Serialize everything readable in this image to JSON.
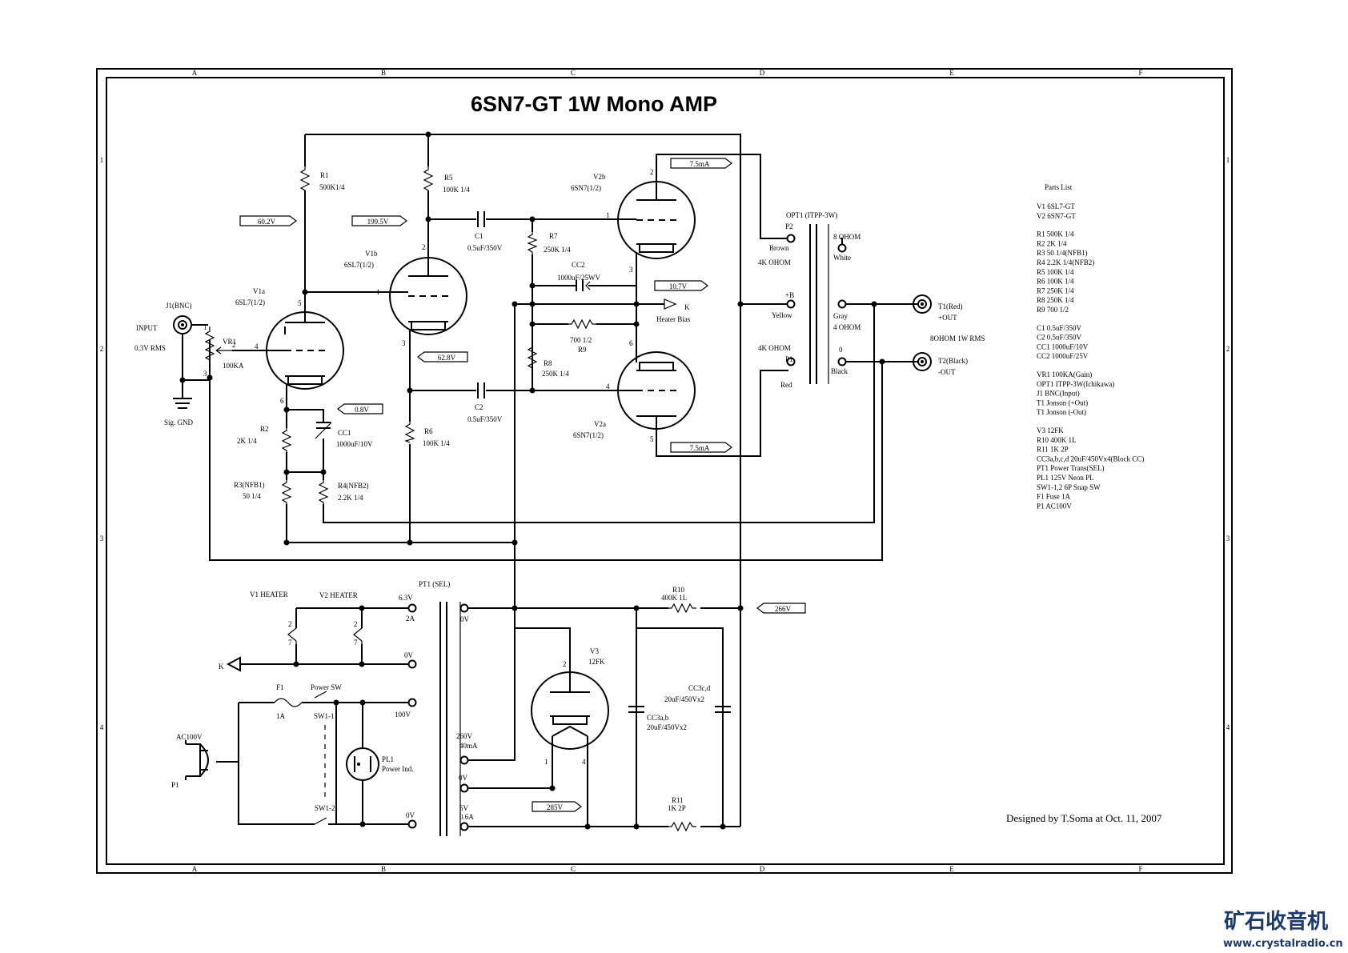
{
  "title": "6SN7-GT 1W Mono AMP",
  "designer": "Designed by T.Soma at Oct. 11, 2007",
  "watermark": {
    "cn": "矿石收音机",
    "url": "www.crystalradio.cn",
    "color": "#1c3a6e"
  },
  "border": {
    "cols": [
      "A",
      "B",
      "C",
      "D",
      "E",
      "F"
    ],
    "rows": [
      "1",
      "2",
      "3",
      "4"
    ]
  },
  "voltages": {
    "r1": "60.2V",
    "r5": "199.5V",
    "v1b_k": "62.8V",
    "v1a_k": "0.8V",
    "v2_k": "10.7V",
    "i_top": "7.5mA",
    "i_bot": "7.5mA",
    "b_supply": "266V",
    "rect": "285V"
  },
  "labels": {
    "j1": "J1(BNC)",
    "input": "INPUT",
    "input_lvl": "0.3V RMS",
    "sig_gnd": "Sig. GND",
    "vr1": "VR1",
    "vr1_val": "100KA",
    "vr1_pin1": "1",
    "vr1_pin2": "2",
    "vr1_pin3": "3",
    "v1a": "V1a",
    "v1a_type": "6SL7(1/2)",
    "v1a_pin5": "5",
    "v1a_pin4": "4",
    "v1a_pin6": "6",
    "v1b": "V1b",
    "v1b_type": "6SL7(1/2)",
    "v1b_pin2": "2",
    "v1b_pin1": "1",
    "v1b_pin3": "3",
    "r1": "R1",
    "r1_val": "500K1/4",
    "r5": "R5",
    "r5_val": "100K 1/4",
    "r2": "R2",
    "r2_val": "2K 1/4",
    "r3": "R3(NFB1)",
    "r3_val": "50 1/4",
    "r4": "R4(NFB2)",
    "r4_val": "2.2K 1/4",
    "cc1": "CC1",
    "cc1_val": "1000uF/10V",
    "r6": "R6",
    "r6_val": "100K 1/4",
    "c1": "C1",
    "c1_val": "0.5uF/350V",
    "c2": "C2",
    "c2_val": "0.5uF/350V",
    "r7": "R7",
    "r7_val": "250K 1/4",
    "r8": "R8",
    "r8_val": "250K 1/4",
    "cc2": "CC2",
    "cc2_val": "1000uF/25WV",
    "r9_val": "700 1/2",
    "r9": "R9",
    "v2b": "V2b",
    "v2b_type": "6SN7(1/2)",
    "v2b_pin2": "2",
    "v2b_pin1": "1",
    "v2b_pin3": "3",
    "v2a": "V2a",
    "v2a_type": "6SN7(1/2)",
    "v2a_pin6": "6",
    "v2a_pin4": "4",
    "v2a_pin5": "5",
    "k_heater": "K",
    "heater_bias": "Heater Bias",
    "opt1": "OPT1 (ITPP-3W)",
    "p2": "P2",
    "brown": "Brown",
    "ohm4k_a": "4K OHOM",
    "plusb": "+B",
    "yellow": "Yellow",
    "ohm4k_b": "4K OHOM",
    "p1": "P1",
    "red": "Red",
    "ohm8": "8 OHOM",
    "white": "White",
    "gray": "Gray",
    "ohm4": "4 OHOM",
    "zero": "0",
    "black": "Black",
    "t1": "T1(Red)",
    "t1_out": "+OUT",
    "out_rms": "8OHOM 1W RMS",
    "t2": "T2(Black)",
    "t2_out": "-OUT",
    "pt1": "PT1 (SEL)",
    "v1_heater": "V1   HEATER",
    "v2_heater": "V2   HEATER",
    "h63": "6.3V",
    "h2a": "2A",
    "h0v": "0V",
    "k_out": "K",
    "v1h_pin2": "2",
    "v1h_pin7": "7",
    "v2h_pin2": "2",
    "v2h_pin7": "7",
    "s0v": "0V",
    "r10": "R10",
    "r10_val": "400K 1L",
    "v3": "V3",
    "v3_type": "12FK",
    "v3_pin2": "2",
    "v3_pin1": "1",
    "v3_pin4": "4",
    "cc3cd": "CC3c,d",
    "cc3cd_val": "20uF/450Vx2",
    "cc3ab": "CC3a,b",
    "cc3ab_val": "20uF/450Vx2",
    "f1": "F1",
    "f1_val": "1A",
    "power_sw": "Power SW",
    "sw11": "SW1-1",
    "sw12": "SW1-2",
    "pl1": "PL1",
    "pl1_val": "Power Ind.",
    "ac100v": "AC100V",
    "p1_plug": "P1",
    "p100v": "100V",
    "p0v": "0V",
    "s260": "260V",
    "s40ma": "40mA",
    "s0v2": "0V",
    "s5v": "5V",
    "s06a": "0.6A",
    "r11": "R11",
    "r11_val": "1K 2P"
  },
  "parts_list": {
    "heading": "Parts List",
    "groups": [
      [
        "V1 6SL7-GT",
        "V2 6SN7-GT"
      ],
      [
        "R1 500K 1/4",
        "R2 2K 1/4",
        "R3 50 1/4(NFB1)",
        "R4 2.2K 1/4(NFB2)",
        "R5 100K 1/4",
        "R6 100K 1/4",
        "R7 250K 1/4",
        "R8 250K 1/4",
        "R9 700 1/2"
      ],
      [
        "C1 0.5uF/350V",
        "C2 0.5uF/350V",
        "CC1 1000uF/10V",
        "CC2 1000uF/25V"
      ],
      [
        "VR1 100KA(Gain)",
        "OPT1 ITPP-3W(Ichikawa)",
        "J1 BNC(Input)",
        "T1 Jonson (+Out)",
        "T1 Jonson (-Out)"
      ],
      [
        "V3 12FK",
        "R10 400K 1L",
        "R11 1K 2P",
        "CC3a,b,c,d 20uF/450Vx4(Block CC)",
        "PT1 Power Trans(SEL)",
        "PL1 125V Neon PL",
        "SW1-1,2 6P Snap SW",
        "F1 Fuse 1A",
        "P1 AC100V"
      ]
    ]
  }
}
